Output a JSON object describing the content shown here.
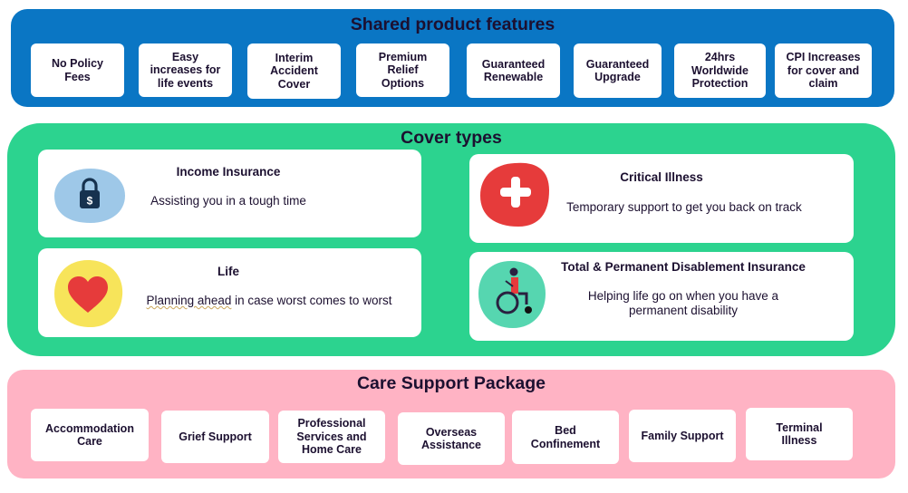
{
  "shared_features": {
    "title": "Shared product features",
    "items": [
      "No Policy\nFees",
      "Easy\nincreases for\nlife events",
      "Interim\nAccident\nCover",
      "Premium\nRelief\nOptions",
      "Guaranteed\nRenewable",
      "Guaranteed\nUpgrade",
      "24hrs\nWorldwide\nProtection",
      "CPI Increases\nfor cover and\nclaim"
    ]
  },
  "cover_types": {
    "title": "Cover types",
    "cards": {
      "income": {
        "title": "Income Insurance",
        "desc": "Assisting you in a tough time",
        "icon": "dollar-padlock-icon",
        "icon_color": "#9ec8e8"
      },
      "critical": {
        "title": "Critical Illness",
        "desc": "Temporary support to get you back on track",
        "icon": "plus-cross-icon",
        "icon_color": "#e63b3b"
      },
      "life": {
        "title": "Life",
        "desc_underlined": "Planning ahead",
        "desc_rest": " in case worst comes to worst",
        "icon": "heart-icon",
        "icon_color": "#f7e45a"
      },
      "tpd": {
        "title": "Total & Permanent Disablement Insurance",
        "desc": "Helping life go on when you have a\npermanent disability",
        "icon": "wheelchair-person-icon",
        "icon_color": "#56d6b0"
      }
    }
  },
  "care_support": {
    "title": "Care Support Package",
    "items": [
      "Accommodation\nCare",
      "Grief Support",
      "Professional\nServices and\nHome Care",
      "Overseas\nAssistance",
      "Bed\nConfinement",
      "Family Support",
      "Terminal\nIllness"
    ]
  },
  "colors": {
    "features_bg": "#0a76c4",
    "cover_bg": "#2cd38f",
    "care_bg": "#ffb3c4",
    "text": "#1c1030"
  }
}
